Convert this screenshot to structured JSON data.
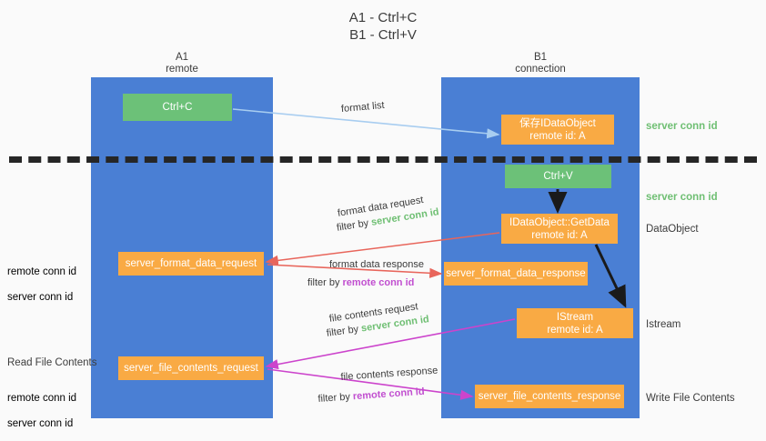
{
  "title": "A1 - Ctrl+C\nB1 - Ctrl+V",
  "columns": {
    "left": {
      "name": "A1",
      "role": "remote"
    },
    "right": {
      "name": "B1",
      "role": "connection"
    }
  },
  "colors": {
    "lane": "#4a7fd4",
    "green_node": "#6cc178",
    "orange_node": "#f9aa44",
    "server_conn": "#6fbf73",
    "remote_conn": "#c14fd0",
    "format_list_arrow": "#a8cdf0",
    "format_data_arrow": "#e8655b",
    "file_contents_arrow": "#cc44cc",
    "black_arrow": "#1a1a1a",
    "background": "#fafafa"
  },
  "nodes": {
    "ctrl_c": "Ctrl+C",
    "save_idataobject": "保存IDataObject\nremote id: A",
    "ctrl_v": "Ctrl+V",
    "idataobject_getdata": "IDataObject::GetData\nremote id: A",
    "istream": "IStream\nremote id: A",
    "server_format_data_request": "server_format_data_request",
    "server_format_data_response": "server_format_data_response",
    "server_file_contents_request": "server_file_contents_request",
    "server_file_contents_response": "server_file_contents_response"
  },
  "side_labels": {
    "server_conn_id_top": "server conn id",
    "server_conn_id_mid": "server conn id",
    "dataobject": "DataObject",
    "istream": "Istream",
    "write_file_contents": "Write File Contents",
    "read_file_contents": "Read File Contents",
    "remote_conn_id": "remote conn id",
    "server_conn_id": "server conn id"
  },
  "edge_labels": {
    "format_list": "format list",
    "format_data_request": "format data request",
    "filter_by": "filter by ",
    "server_conn_id": "server conn id",
    "remote_conn_id": "remote conn id",
    "format_data_response": "format data response",
    "file_contents_request": "file contents request",
    "file_contents_response": "file contents response"
  }
}
